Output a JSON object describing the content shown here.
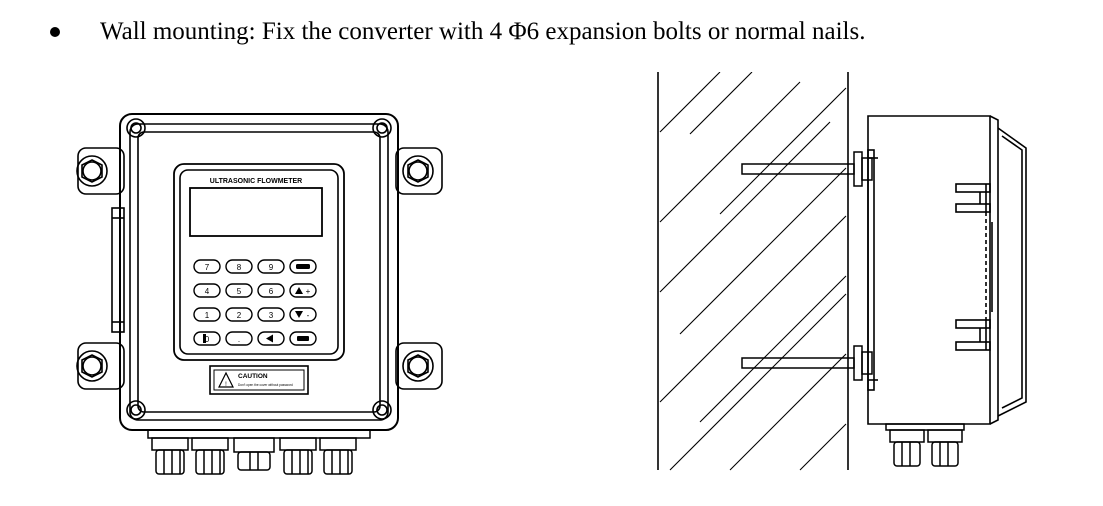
{
  "instruction": {
    "bullet_icon": "filled-circle-bullet",
    "text": "Wall mounting: Fix the converter with 4 Φ6 expansion bolts or normal nails."
  },
  "front_view": {
    "panel_title": "ULTRASONIC FLOWMETER",
    "keypad": [
      [
        "7",
        "8",
        "9",
        "MENU-key-icon"
      ],
      [
        "4",
        "5",
        "6",
        "up-plus-key-icon"
      ],
      [
        "1",
        "2",
        "3",
        "down-minus-key-icon"
      ],
      [
        "0",
        ".",
        "left-arrow-key-icon",
        "enter-key-icon"
      ]
    ],
    "caution_title": "CAUTION",
    "caution_text": "Don't open the cover without password",
    "caution_icon": "warning-triangle-icon"
  },
  "side_view": {
    "wall_icon": "hatched-wall-section",
    "bolt_icon": "expansion-bolt-icon"
  }
}
